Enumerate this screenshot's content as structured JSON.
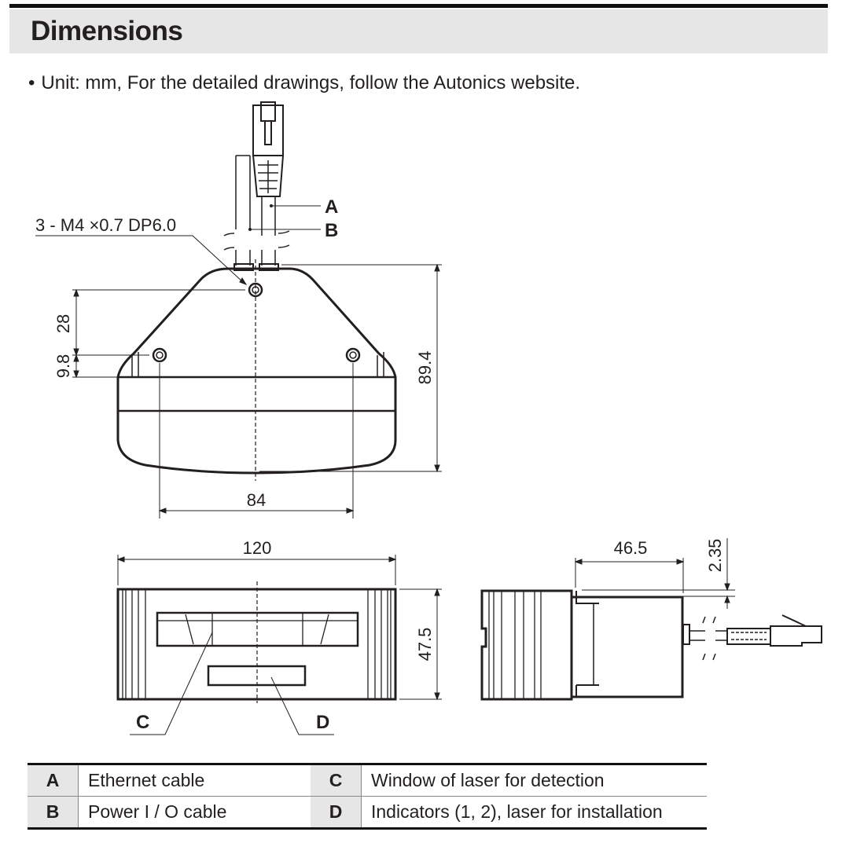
{
  "header": {
    "title": "Dimensions"
  },
  "note": {
    "bullet": "•",
    "text": "Unit: mm, For the detailed drawings, follow the Autonics website."
  },
  "drawing": {
    "thread_callout": "3 - M4 ×0.7 DP6.0",
    "label_a": "A",
    "label_b": "B",
    "label_c": "C",
    "label_d": "D",
    "dim_28": "28",
    "dim_9_8": "9.8",
    "dim_89_4": "89.4",
    "dim_84": "84",
    "dim_120": "120",
    "dim_47_5": "47.5",
    "dim_46_5": "46.5",
    "dim_2_35": "2.35"
  },
  "legend": [
    {
      "k1": "A",
      "v1": "Ethernet cable",
      "k2": "C",
      "v2": "Window of laser for detection"
    },
    {
      "k1": "B",
      "v1": "Power I / O cable",
      "k2": "D",
      "v2": "Indicators (1, 2), laser for installation"
    }
  ]
}
